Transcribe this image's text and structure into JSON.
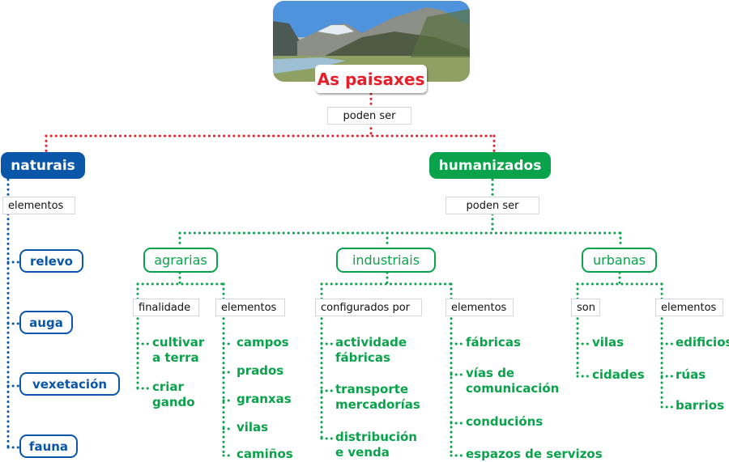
{
  "title": "As paisaxes",
  "root_connector": "poden ser",
  "naturais": {
    "label": "naturais",
    "connector": "elementos",
    "items": [
      "relevo",
      "auga",
      "vexetación",
      "fauna"
    ]
  },
  "humanizados": {
    "label": "humanizados",
    "connector": "poden ser",
    "agrarias": {
      "label": "agrarias",
      "left_connector": "finalidade",
      "left_items": [
        [
          "cultivar",
          "a terra"
        ],
        [
          "criar",
          "gando"
        ]
      ],
      "right_connector": "elementos",
      "right_items": [
        "campos",
        "prados",
        "granxas",
        "vilas",
        "camiños"
      ]
    },
    "industriais": {
      "label": "industriais",
      "left_connector": "configurados por",
      "left_items": [
        [
          "actividade",
          "fábricas"
        ],
        [
          "transporte",
          "mercadorías"
        ],
        [
          "distribución",
          "e venda"
        ]
      ],
      "right_connector": "elementos",
      "right_items": [
        [
          "fábricas"
        ],
        [
          "vías de",
          "comunicación"
        ],
        [
          "condución s"
        ],
        [
          "espazos de servizos"
        ]
      ]
    },
    "urbanas": {
      "label": "urbanas",
      "left_connector": "son",
      "left_items": [
        "vilas",
        "cidades"
      ],
      "right_connector": "elementos",
      "right_items": [
        "edificios",
        "rúas",
        "barrios"
      ]
    }
  },
  "colors": {
    "title_red": "#e41f2a",
    "natural_blue": "#0a56a8",
    "human_green": "#0aa24b"
  },
  "icons": {
    "photo": "mountain-landscape-image"
  }
}
